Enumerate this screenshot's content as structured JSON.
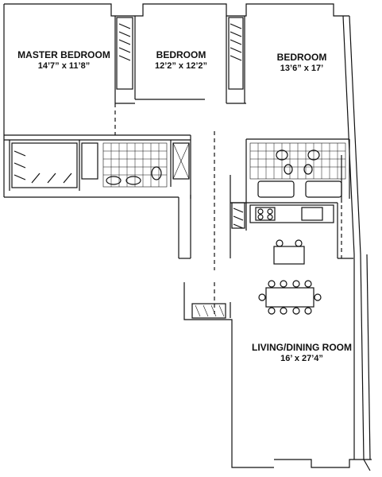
{
  "colors": {
    "wall": "#111111",
    "line": "#333333",
    "background": "#ffffff"
  },
  "rooms": [
    {
      "id": "master-bedroom",
      "name": "MASTER BEDROOM",
      "dims": "14’7” x 11’8”"
    },
    {
      "id": "bedroom-2",
      "name": "BEDROOM",
      "dims": "12’2” x 12’2”"
    },
    {
      "id": "bedroom-3",
      "name": "BEDROOM",
      "dims": "13’6” x 17’"
    },
    {
      "id": "living-dining",
      "name": "LIVING/DINING ROOM",
      "dims": "16’ x 27’4”"
    }
  ]
}
